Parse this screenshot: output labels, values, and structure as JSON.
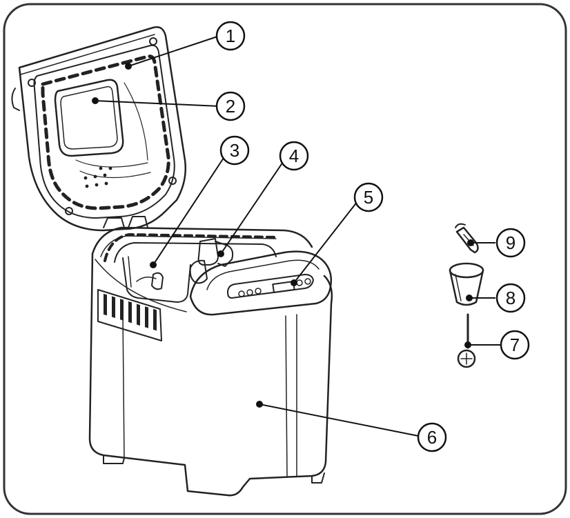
{
  "callouts": [
    {
      "id": "1",
      "label": "1"
    },
    {
      "id": "2",
      "label": "2"
    },
    {
      "id": "3",
      "label": "3"
    },
    {
      "id": "4",
      "label": "4"
    },
    {
      "id": "5",
      "label": "5"
    },
    {
      "id": "6",
      "label": "6"
    },
    {
      "id": "7",
      "label": "7"
    },
    {
      "id": "8",
      "label": "8"
    },
    {
      "id": "9",
      "label": "9"
    }
  ],
  "colors": {
    "line": "#222222",
    "background": "#ffffff",
    "frame": "#333333"
  }
}
